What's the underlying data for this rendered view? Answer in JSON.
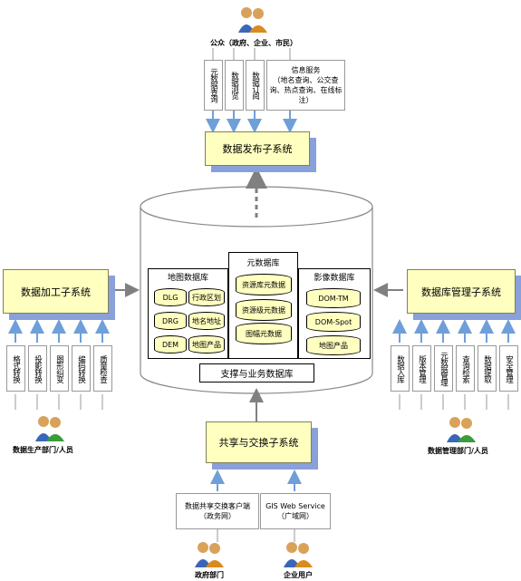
{
  "top_actor": {
    "label": "公众（政府、企业、市民）"
  },
  "publish_inputs": [
    {
      "label": "元数据查询"
    },
    {
      "label": "数据浏览"
    },
    {
      "label": "数据订阅"
    }
  ],
  "info_service": {
    "label": "信息服务\n（地名查询、公交查询、热点查询、在线标注）"
  },
  "publish_system": {
    "label": "数据发布子系统"
  },
  "processing_system": {
    "label": "数据加工子系统"
  },
  "db_mgmt_system": {
    "label": "数据库管理子系统"
  },
  "share_system": {
    "label": "共享与交换子系统"
  },
  "map_db": {
    "title": "地图数据库",
    "items": [
      "DLG",
      "行政区划",
      "DRG",
      "地名地址",
      "DEM",
      "地图产品"
    ]
  },
  "meta_db": {
    "title": "元数据库",
    "items": [
      "资源库元数据",
      "资源级元数据",
      "图幅元数据"
    ]
  },
  "image_db": {
    "title": "影像数据库",
    "items": [
      "DOM-TM",
      "DOM-Spot",
      "地图产品"
    ]
  },
  "support_db": {
    "label": "支撑与业务数据库"
  },
  "processing_inputs": [
    {
      "label": "格式转换"
    },
    {
      "label": "投影转换"
    },
    {
      "label": "图形纠变"
    },
    {
      "label": "编码转换"
    },
    {
      "label": "质量检查"
    }
  ],
  "processing_actor": {
    "label": "数据生产部门/人员"
  },
  "mgmt_inputs": [
    {
      "label": "数据入库"
    },
    {
      "label": "版本管理"
    },
    {
      "label": "元数据管理"
    },
    {
      "label": "查询检索"
    },
    {
      "label": "数据提取"
    },
    {
      "label": "安全管理"
    }
  ],
  "mgmt_actor": {
    "label": "数据管理部门/人员"
  },
  "share_inputs": [
    {
      "label": "数据共享交换客户端\n（政务网）"
    },
    {
      "label": "GIS Web Service\n（广域网）"
    }
  ],
  "gov_actor": {
    "label": "政府部门"
  },
  "ent_actor": {
    "label": "企业用户"
  },
  "colors": {
    "yellow": "#ffffc0",
    "shadow": "#8aa0d8",
    "arrow": "#6f9fd8"
  }
}
